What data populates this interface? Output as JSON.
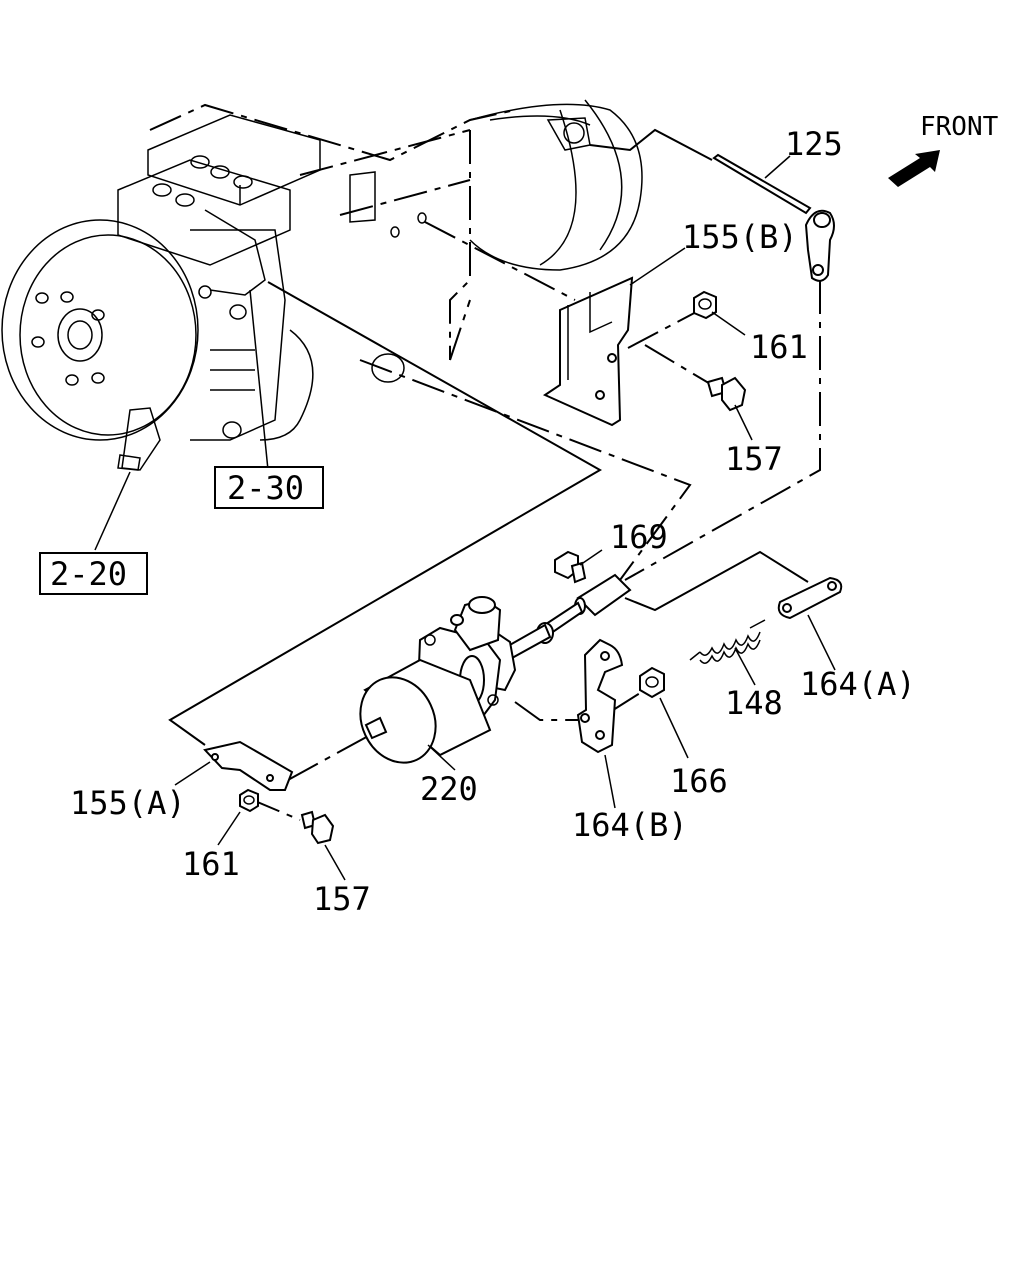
{
  "front_label": "FRONT",
  "labels": {
    "p125": "125",
    "p155b": "155(B)",
    "p161_top": "161",
    "p157_top": "157",
    "p169": "169",
    "p164a": "164(A)",
    "p148": "148",
    "p166": "166",
    "p164b": "164(B)",
    "p220": "220",
    "p155a": "155(A)",
    "p161_bot": "161",
    "p157_bot": "157"
  },
  "refs": {
    "r230": "2-30",
    "r220": "2-20"
  }
}
